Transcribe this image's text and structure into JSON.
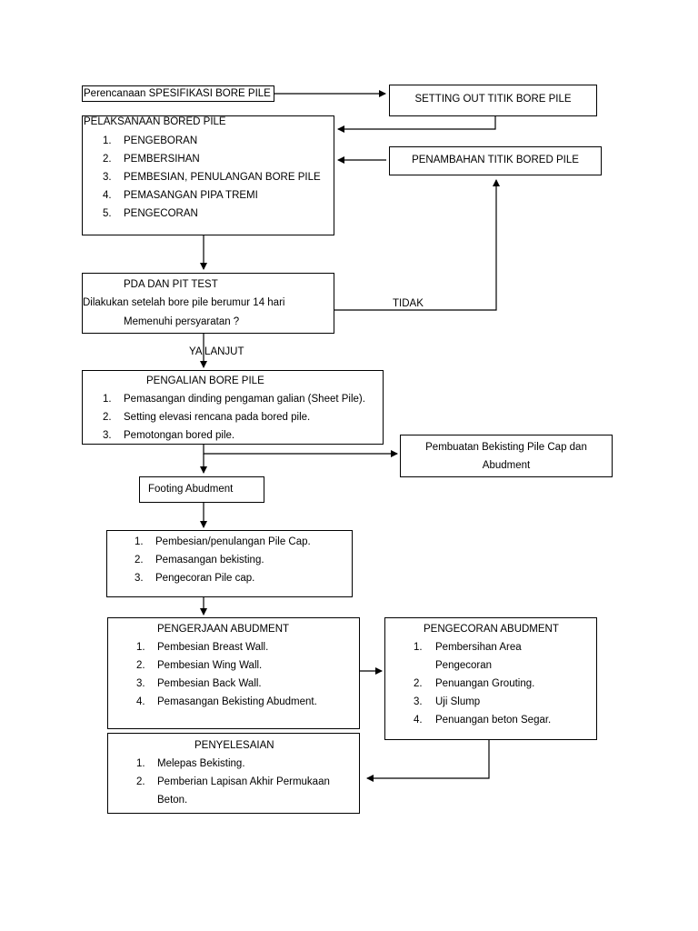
{
  "planning": "Perencanaan SPESIFIKASI BORE PILE",
  "setting_out": "SETTING OUT TITIK BORE PILE",
  "execution": {
    "title": "PELAKSANAAN BORED PILE",
    "items": [
      {
        "n": "1.",
        "text": "PENGEBORAN"
      },
      {
        "n": "2.",
        "text": "PEMBERSIHAN"
      },
      {
        "n": "3.",
        "text": "PEMBESIAN, PENULANGAN BORE PILE"
      },
      {
        "n": "4.",
        "text": "PEMASANGAN PIPA TREMI"
      },
      {
        "n": "5.",
        "text": "PENGECORAN"
      }
    ]
  },
  "addition": "PENAMBAHAN TITIK BORED PILE",
  "test": {
    "title": "PDA DAN PIT TEST",
    "line1": "Dilakukan setelah bore pile berumur 14 hari",
    "line2": "Memenuhi persyaratan ?"
  },
  "labels": {
    "no": "TIDAK",
    "yes": "YA LANJUT"
  },
  "excavation": {
    "title": "PENGALIAN BORE PILE",
    "items": [
      {
        "n": "1.",
        "text": "Pemasangan dinding pengaman galian (Sheet Pile)."
      },
      {
        "n": "2.",
        "text": "Setting elevasi rencana pada bored pile."
      },
      {
        "n": "3.",
        "text": "Pemotongan bored pile."
      }
    ]
  },
  "formwork": {
    "line1": "Pembuatan Bekisting Pile Cap dan",
    "line2": "Abudment"
  },
  "footing": "Footing Abudment",
  "pilecap": {
    "items": [
      {
        "n": "1.",
        "text": "Pembesian/penulangan Pile Cap."
      },
      {
        "n": "2.",
        "text": "Pemasangan bekisting."
      },
      {
        "n": "3.",
        "text": "Pengecoran Pile cap."
      }
    ]
  },
  "abutment_work": {
    "title": "PENGERJAAN ABUDMENT",
    "items": [
      {
        "n": "1.",
        "text": "Pembesian Breast Wall."
      },
      {
        "n": "2.",
        "text": "Pembesian Wing Wall."
      },
      {
        "n": "3.",
        "text": "Pembesian Back Wall."
      },
      {
        "n": "4.",
        "text": "Pemasangan Bekisting Abudment."
      }
    ]
  },
  "abutment_cast": {
    "title": "PENGECORAN ABUDMENT",
    "item1a": "Pembersihan Area",
    "item1b": "Pengecoran",
    "items": [
      {
        "n": "1.",
        "text": ""
      },
      {
        "n": "2.",
        "text": "Penuangan Grouting."
      },
      {
        "n": "3.",
        "text": "Uji Slump"
      },
      {
        "n": "4.",
        "text": "Penuangan beton Segar."
      }
    ]
  },
  "finishing": {
    "title": "PENYELESAIAN",
    "item1": "Melepas Bekisting.",
    "item2a": "Pemberian Lapisan Akhir Permukaan",
    "item2b": "Beton.",
    "n1": "1.",
    "n2": "2."
  }
}
